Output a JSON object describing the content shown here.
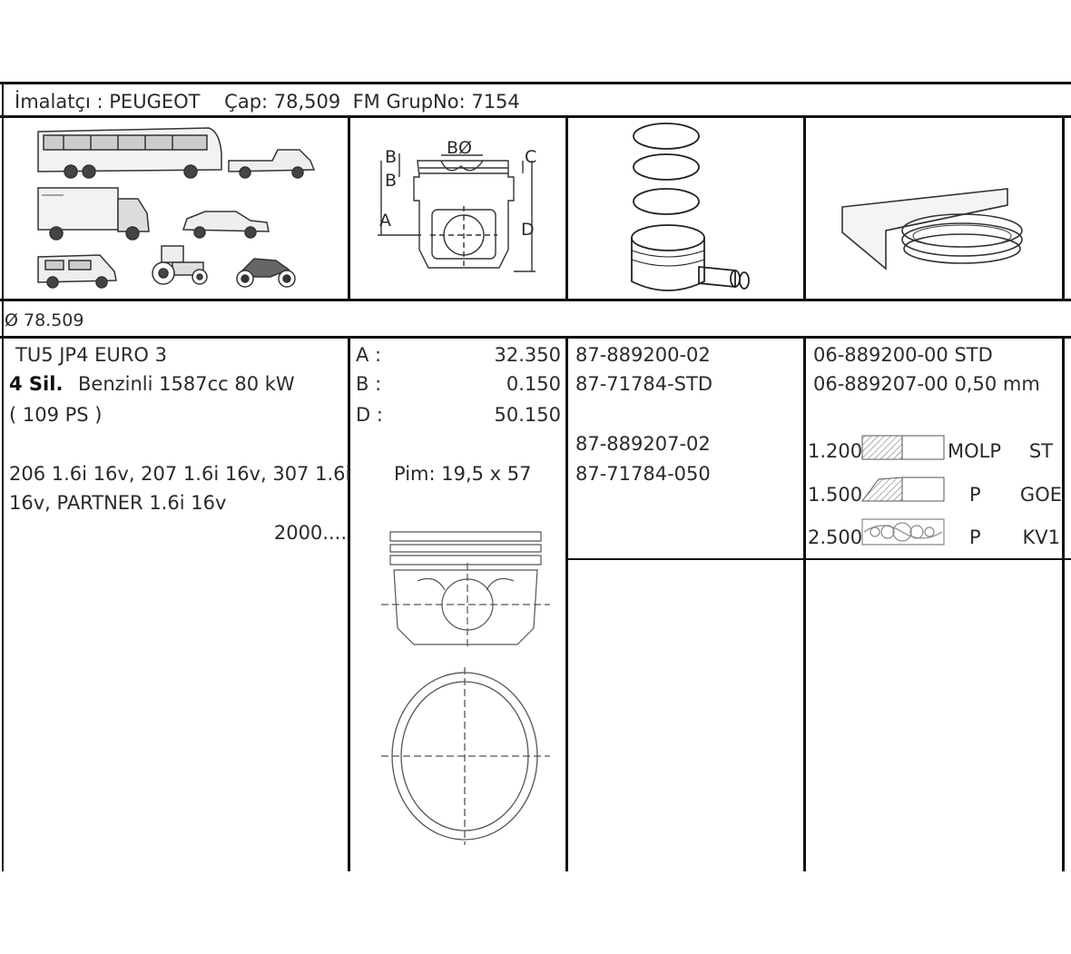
{
  "header": {
    "title": "İmalatçı : PEUGEOT    Çap: 78,509  FM GrupNo: 7154"
  },
  "diagram_labels": {
    "b1": "B",
    "bo": "BØ",
    "c": "C",
    "b2": "B",
    "a": "A",
    "d": "D"
  },
  "diameter_line": "Ø 78.509",
  "engine": {
    "code": "TU5 JP4 EURO 3",
    "cylinders": "4 Sil.",
    "spec": "Benzinli 1587cc 80 kW",
    "ps": "( 109 PS )",
    "models_line1": "206 1.6i 16v, 207 1.6i 16v, 307 1.6i",
    "models_line2": "16v, PARTNER 1.6i 16v",
    "years": "2000...."
  },
  "dimensions": [
    {
      "label": "A :",
      "value": "32.350"
    },
    {
      "label": "B :",
      "value": "0.150"
    },
    {
      "label": "D :",
      "value": "50.150"
    }
  ],
  "pin": "Pim: 19,5 x 57",
  "piston_parts": {
    "p1": "87-889200-02",
    "p2": "87-71784-STD",
    "p3": "87-889207-02",
    "p4": "87-71784-050"
  },
  "ring_sets": {
    "std": "06-889200-00 STD",
    "oversize": "06-889207-00 0,50 mm"
  },
  "rings": [
    {
      "size": "1.200",
      "type": "MOLP",
      "code": "ST"
    },
    {
      "size": "1.500",
      "type": "P",
      "code": "GOE"
    },
    {
      "size": "2.500",
      "type": "P",
      "code": "KV1"
    }
  ]
}
